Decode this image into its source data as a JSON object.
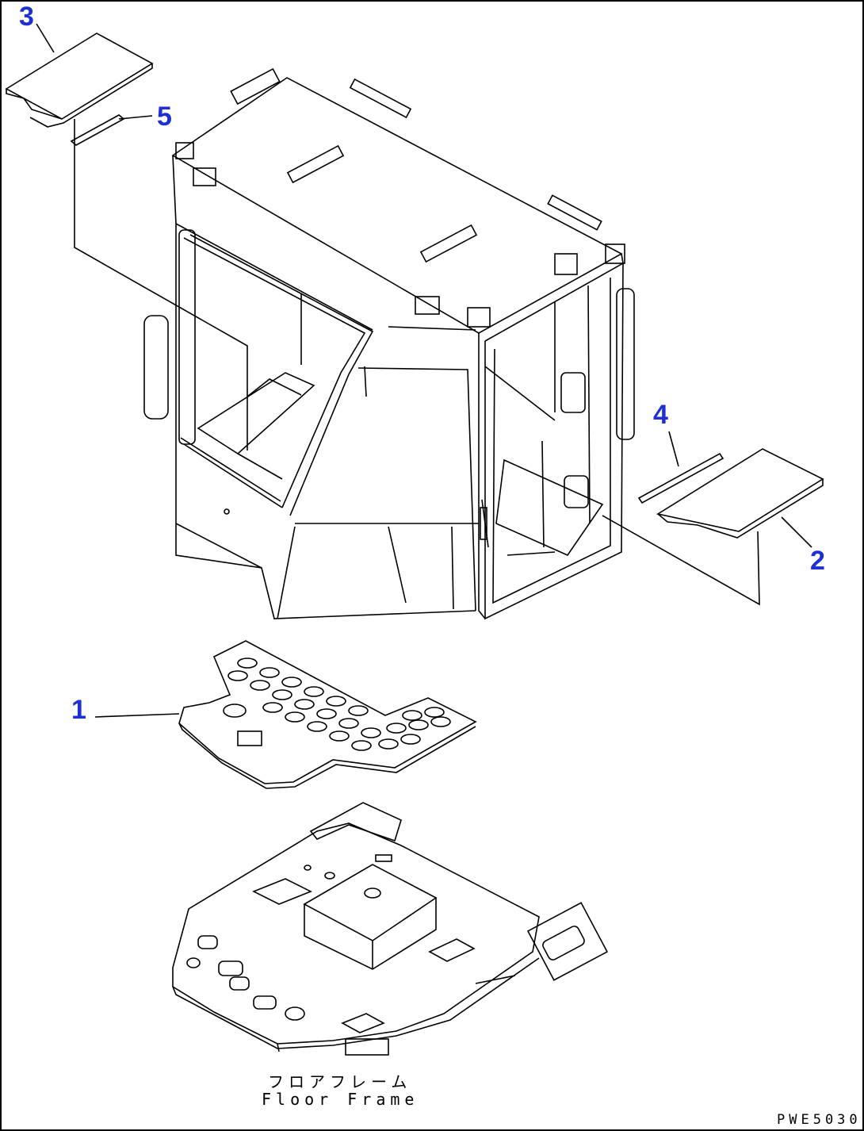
{
  "callouts": [
    {
      "number": "1",
      "part": "floor-mat"
    },
    {
      "number": "2",
      "part": "right-cover"
    },
    {
      "number": "3",
      "part": "left-cover"
    },
    {
      "number": "4",
      "part": "right-strip"
    },
    {
      "number": "5",
      "part": "left-strip"
    }
  ],
  "callout_color": "#1f2fd6",
  "floor_frame": {
    "label_jp": "フロアフレーム",
    "label_en": "Floor Frame"
  },
  "drawing_code": "PWE5030"
}
